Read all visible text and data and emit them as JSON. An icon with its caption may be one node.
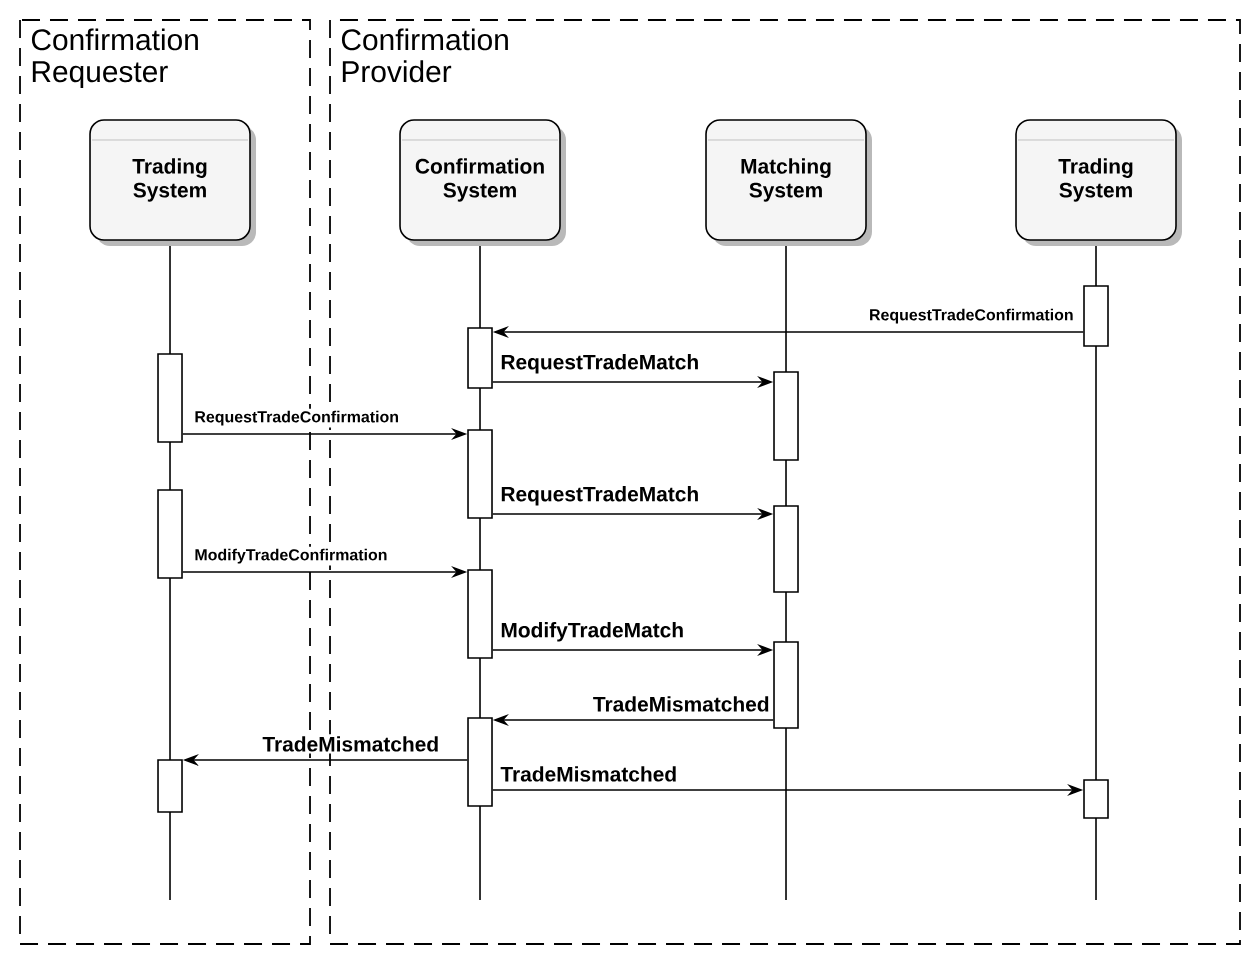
{
  "diagram": {
    "nodes": [
      {
        "text": [
          "Confirmation Requester"
        ]
      },
      {
        "text": [
          "Confirmation Provider"
        ]
      },
      {
        "text": [
          "Trading System"
        ],
        "in": 0
      },
      {
        "text": [
          "Confirmation System"
        ],
        "in": 1
      },
      {
        "text": [
          "Matching System"
        ],
        "in": 1
      },
      {
        "text": [
          "Trading System"
        ],
        "in": 1
      },
      {
        "text": [],
        "shape": "bar",
        "in": 1
      },
      {
        "text": [],
        "shape": "bar",
        "in": 1
      },
      {
        "text": [],
        "shape": "bar",
        "in": 0
      },
      {
        "text": [],
        "shape": "bar",
        "in": 1
      },
      {
        "text": [],
        "shape": "bar",
        "in": 1
      },
      {
        "text": [],
        "shape": "bar",
        "in": 0
      },
      {
        "text": [],
        "shape": "bar",
        "in": 1
      },
      {
        "text": [],
        "shape": "bar",
        "in": 1
      },
      {
        "text": [],
        "shape": "bar",
        "in": 1
      },
      {
        "text": [],
        "shape": "bar",
        "in": 1
      },
      {
        "text": [],
        "shape": "bar",
        "in": 0
      },
      {
        "text": [],
        "shape": "bar",
        "in": 1
      }
    ],
    "edges": [
      {
        "from": 6,
        "to": 7,
        "arrow": "to",
        "label": "RequestTradeConfirmation"
      },
      {
        "from": 7,
        "to": 9,
        "arrow": "to",
        "label": "RequestTradeMatch"
      },
      {
        "from": 8,
        "to": 10,
        "arrow": "to",
        "label": "RequestTradeConfirmation"
      },
      {
        "from": 10,
        "to": 12,
        "arrow": "to",
        "label": "RequestTradeMatch"
      },
      {
        "from": 11,
        "to": 13,
        "arrow": "to",
        "label": "ModifyTradeConfirmation"
      },
      {
        "from": 13,
        "to": 14,
        "arrow": "to",
        "label": "ModifyTradeMatch"
      },
      {
        "from": 14,
        "to": 15,
        "arrow": "to",
        "label": "TradeMismatched"
      },
      {
        "from": 15,
        "to": 16,
        "arrow": "to",
        "label": "TradeMismatched"
      },
      {
        "from": 15,
        "to": 17,
        "arrow": "to",
        "label": "TradeMismatched"
      }
    ]
  }
}
